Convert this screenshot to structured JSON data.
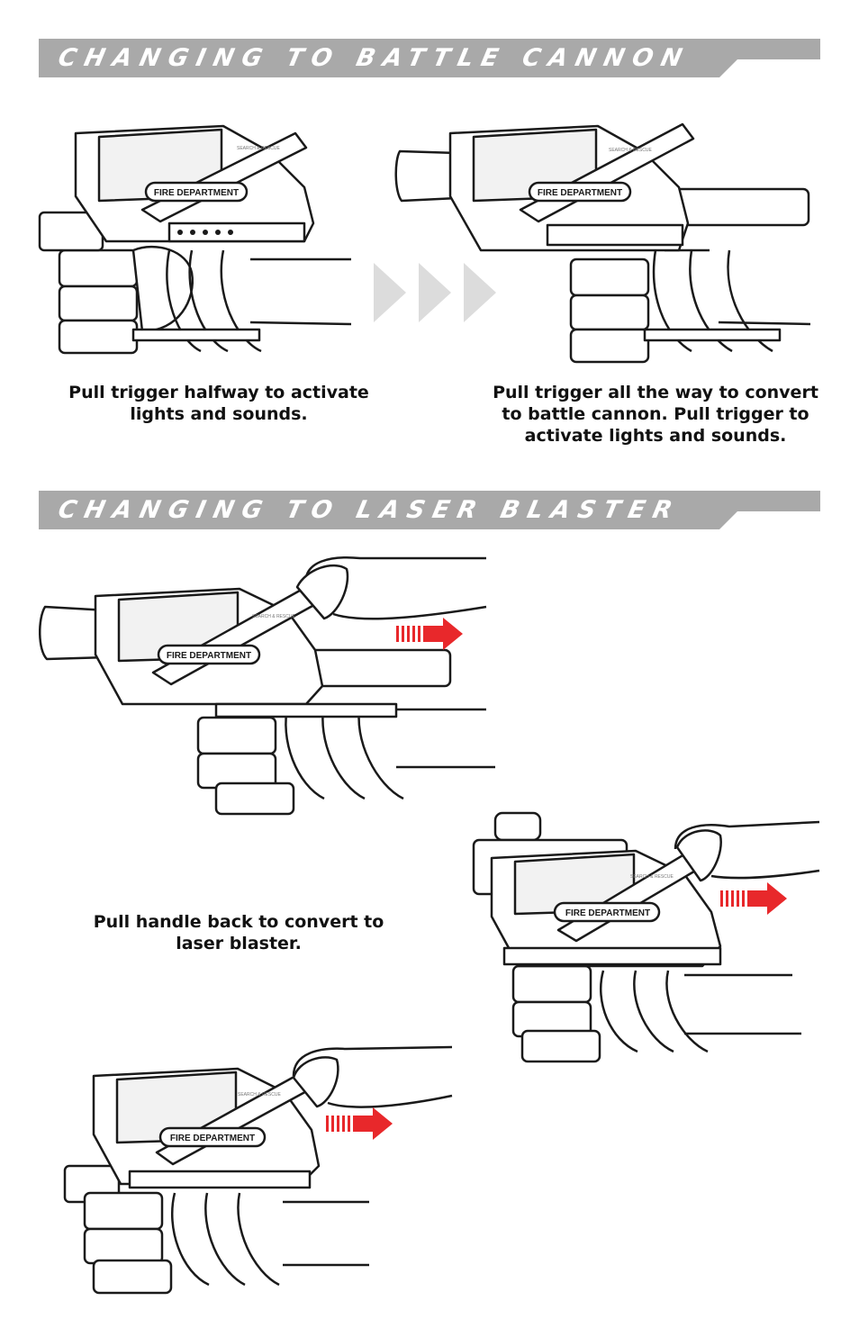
{
  "sections": [
    {
      "title": "Changing to Battle Cannon"
    },
    {
      "title": "Changing to Laser Blaster"
    }
  ],
  "captions": {
    "halfway": "Pull trigger halfway to activate lights and sounds.",
    "all_the_way": "Pull trigger all the way to convert to battle cannon. Pull trigger to activate lights and sounds.",
    "handle_back": "Pull handle back to convert to laser blaster."
  },
  "device_labels": {
    "fire_department": "FIRE DEPARTMENT",
    "search_rescue": "SEARCH & RESCUE"
  },
  "colors": {
    "banner": "#a9a9a9",
    "arrow": "#e8282b",
    "chevron": "#dcdcdc",
    "line": "#1a1a1a"
  },
  "icons": [
    "chevron-right-icon",
    "arrow-right-icon",
    "hand-icon",
    "blaster-icon"
  ]
}
